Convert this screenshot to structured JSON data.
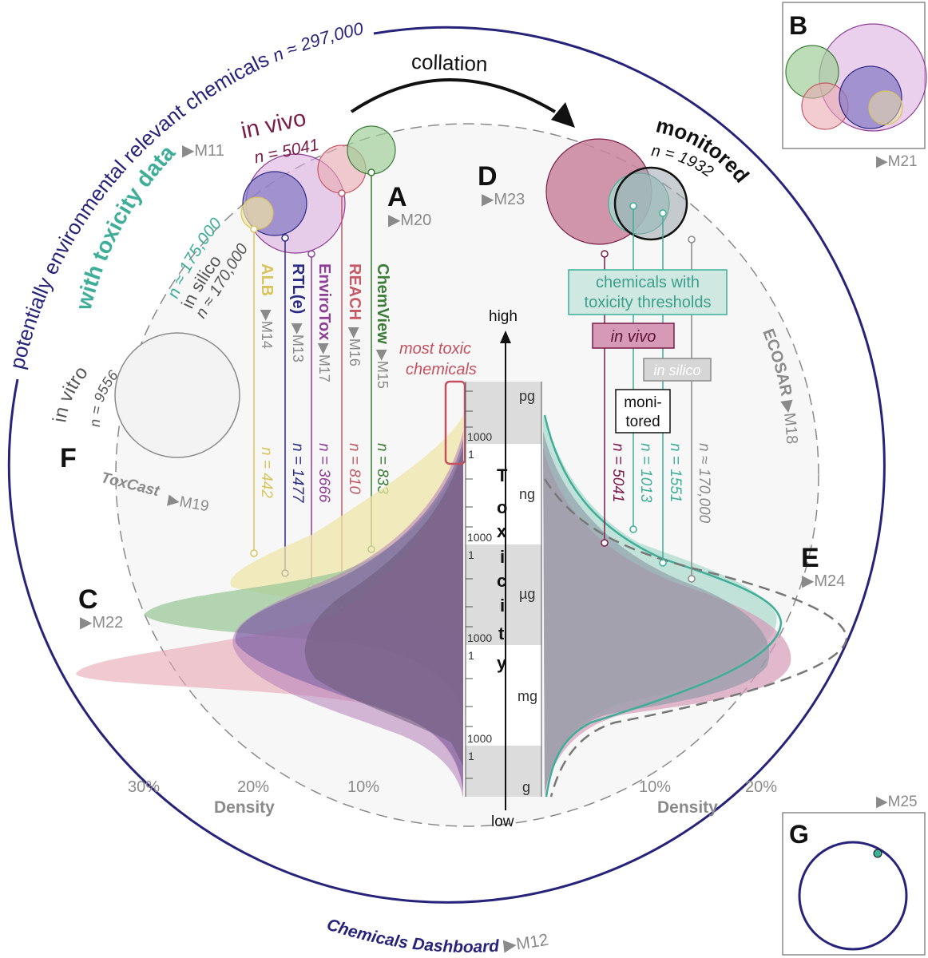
{
  "colors": {
    "navy": "#27237a",
    "teal": "#3fae98",
    "tealText": "#3a9e8a",
    "vivo": "#7a1d4a",
    "alb": "#d8c45c",
    "rtl": "#2d2a84",
    "envirotox": "#8e3e95",
    "reach": "#c55a66",
    "chemview": "#3b7d36",
    "grey": "#8a8a8a",
    "mostToxic": "#c4505e"
  },
  "outer": {
    "label": "potentially environmental relevant chemicals",
    "count": "n ≈ 297,000",
    "dashboard": "Chemicals Dashboard",
    "dashboard_ref": "M12"
  },
  "toxdata": {
    "label": "with toxicity data",
    "ref": "M11",
    "count": "n ≈ 175,000"
  },
  "silico": {
    "label": "in silico",
    "count": "n ≈ 170,000"
  },
  "invivo": {
    "label": "in vivo",
    "count": "n = 5041"
  },
  "collation": "collation",
  "panels": {
    "A": "A",
    "A_ref": "M20",
    "B": "B",
    "B_ref": "M21",
    "C": "C",
    "C_ref": "M22",
    "D": "D",
    "D_ref": "M23",
    "E": "E",
    "E_ref": "M24",
    "F": "F",
    "G": "G",
    "G_ref": "M25"
  },
  "databases": [
    {
      "name": "ALB",
      "ref": "M14",
      "count": "n = 442"
    },
    {
      "name": "RTL(e)",
      "ref": "M13",
      "count": "n = 1477"
    },
    {
      "name": "EnviroTox",
      "ref": "M17",
      "count": "n = 3666"
    },
    {
      "name": "REACH",
      "ref": "M16",
      "count": "n = 810"
    },
    {
      "name": "ChemView",
      "ref": "M15",
      "count": "n = 833"
    }
  ],
  "vitro": {
    "label": "in vitro",
    "count": "n = 9556",
    "source": "ToxCast",
    "ref": "M19"
  },
  "monitored": {
    "label": "monitored",
    "count": "n = 1932"
  },
  "legend": {
    "thresholds_line1": "chemicals with",
    "thresholds_line2": "toxicity thresholds",
    "invivo": "in vivo",
    "insilico": "in silico",
    "monitored_line1": "moni-",
    "monitored_line2": "tored"
  },
  "right_counts": [
    "n = 5041",
    "n = 1013",
    "n = 1551",
    "n ≈ 170,000"
  ],
  "ecosar": {
    "label": "ECOSAR",
    "ref": "M18"
  },
  "axis": {
    "high": "high",
    "low": "low",
    "title_letters": [
      "T",
      "o",
      "x",
      "i",
      "c",
      "i",
      "t",
      "y"
    ],
    "units": [
      "pg",
      "ng",
      "µg",
      "mg",
      "g"
    ],
    "tick_1": "1",
    "tick_1000": "1000",
    "most_toxic_line1": "most toxic",
    "most_toxic_line2": "chemicals"
  },
  "density": {
    "left_title": "Density",
    "right_title": "Density",
    "left_ticks": [
      "30%",
      "20%",
      "10%"
    ],
    "right_ticks": [
      "10%",
      "20%"
    ]
  }
}
